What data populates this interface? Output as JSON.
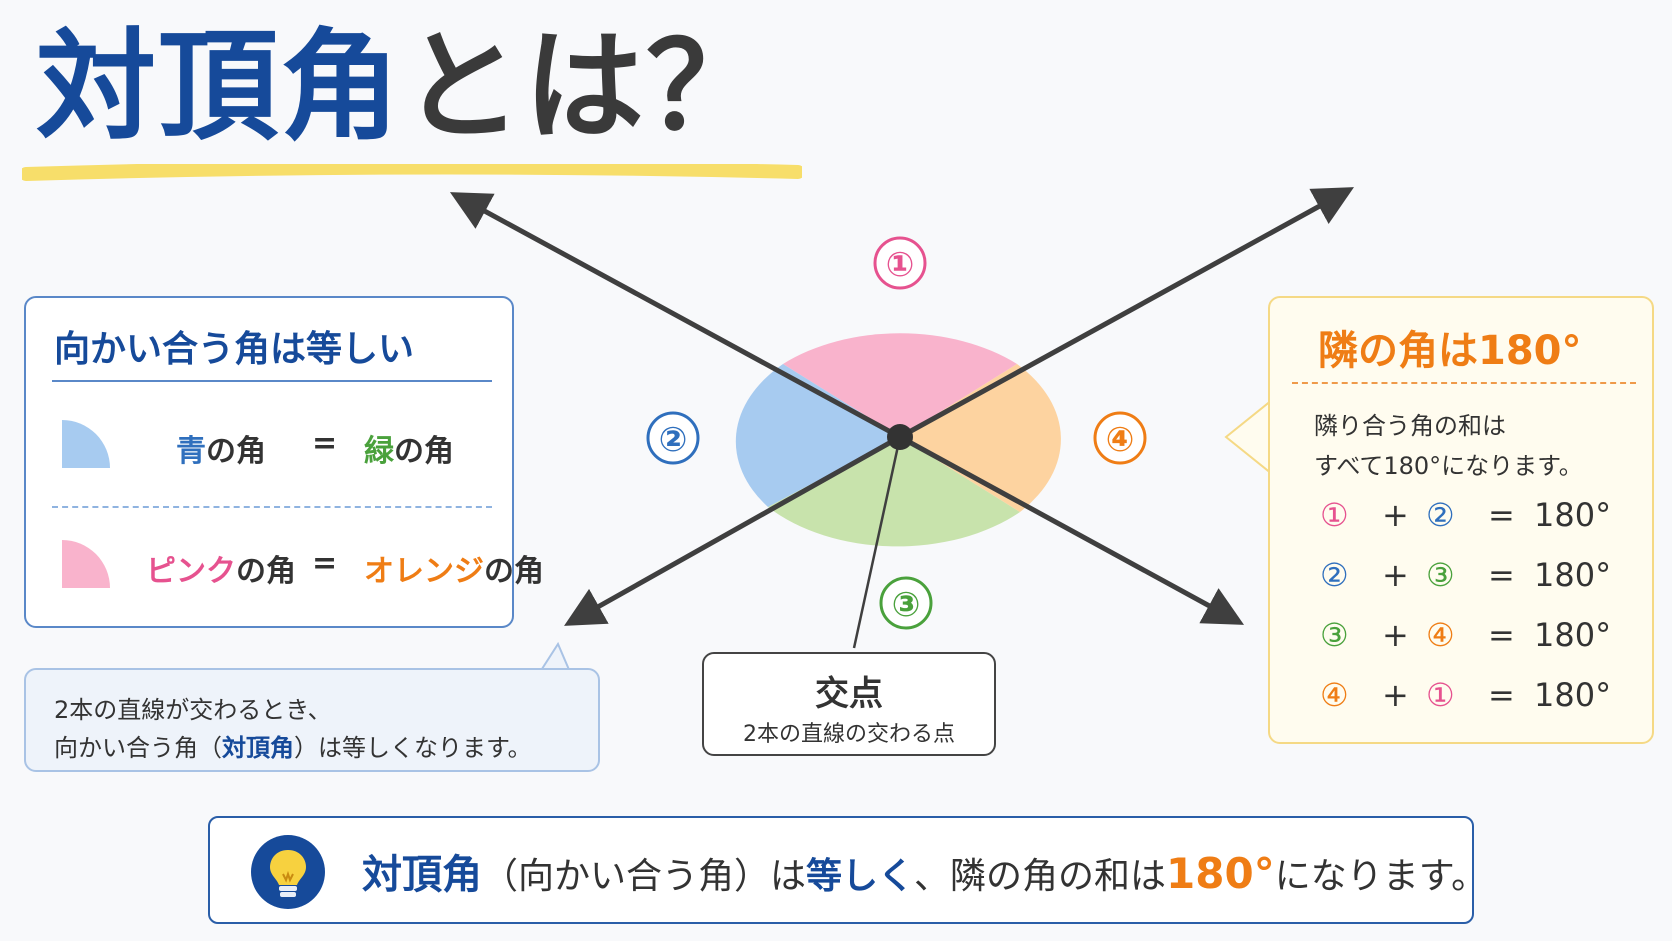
{
  "title": {
    "main": "対頂角",
    "rest": "とは？"
  },
  "labels": {
    "n1": "①",
    "n2": "②",
    "n3": "③",
    "n4": "④"
  },
  "colors": {
    "pink": "#f9b3cc",
    "blue": "#a7cbf0",
    "green": "#c8e3ac",
    "orange": "#fdd3a0",
    "navy": "#164a9a",
    "yellow": "#f7de6a"
  },
  "left_box": {
    "heading": "向かい合う角は等しい",
    "row1": {
      "a_colored": "青",
      "a_suffix": "の角",
      "eq": "=",
      "b_colored": "緑",
      "b_suffix": "の角"
    },
    "row2": {
      "a_colored": "ピンク",
      "a_suffix": "の角",
      "eq": "=",
      "b_colored": "オレンジ",
      "b_suffix": "の角"
    }
  },
  "left_callout": {
    "line1": "2本の直線が交わるとき、",
    "line2_pre": "向かい合う角（",
    "line2_bold": "対頂角",
    "line2_post": "）は等しくなります。"
  },
  "center_box": {
    "title": "交点",
    "sub": "2本の直線の交わる点"
  },
  "right_box": {
    "heading": "隣の角は180°",
    "desc1": "隣り合う角の和は",
    "desc2": "すべて180°になります。",
    "rows": [
      {
        "a": "①",
        "plus": "+",
        "b": "②",
        "eq": "=",
        "value": "180°"
      },
      {
        "a": "②",
        "plus": "+",
        "b": "③",
        "eq": "=",
        "value": "180°"
      },
      {
        "a": "③",
        "plus": "+",
        "b": "④",
        "eq": "=",
        "value": "180°"
      },
      {
        "a": "④",
        "plus": "+",
        "b": "①",
        "eq": "=",
        "value": "180°"
      }
    ]
  },
  "bottom": {
    "bulb_icon": "lightbulb-icon",
    "p1": "対頂角",
    "p2": "（向かい合う角）は",
    "p3": "等しく",
    "p4": "、隣の角の和は",
    "p5": "180°",
    "p6": "になります。"
  }
}
